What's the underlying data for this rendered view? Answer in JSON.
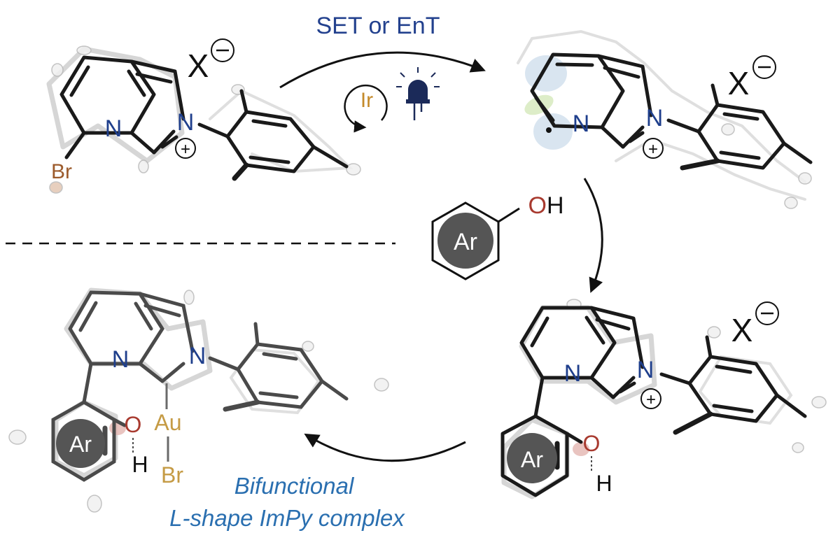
{
  "scheme": {
    "top_arrow_label": "SET or EnT",
    "catalyst_label": "Ir",
    "reagent_label_ar": "Ar",
    "reagent_label_oh": "OH",
    "caption_line1": "Bifunctional",
    "caption_line2": "L-shape ImPy complex"
  },
  "molecules": {
    "start": {
      "counterion": "X",
      "halogen": "Br",
      "n1": "N",
      "n2": "N"
    },
    "radical": {
      "counterion": "X",
      "n1": "N",
      "n2": "N"
    },
    "product": {
      "counterion": "X",
      "n1": "N",
      "n2": "N",
      "ar": "Ar",
      "o": "O",
      "h": "H"
    },
    "gold": {
      "n1": "N",
      "n2": "N",
      "ar": "Ar",
      "o": "O",
      "h": "H",
      "metal": "Au",
      "halide": "Br"
    }
  },
  "colors": {
    "blue_text": "#23418e",
    "ir_orange": "#c48a2b",
    "br_brown": "#9c5b2c",
    "au_gold": "#c59b45",
    "o_red": "#a83a2f",
    "n_blue": "#1f3f8c",
    "caption_blue": "#2a6fb0",
    "lamp_navy": "#1b2a59",
    "ar_disc": "#555555"
  }
}
